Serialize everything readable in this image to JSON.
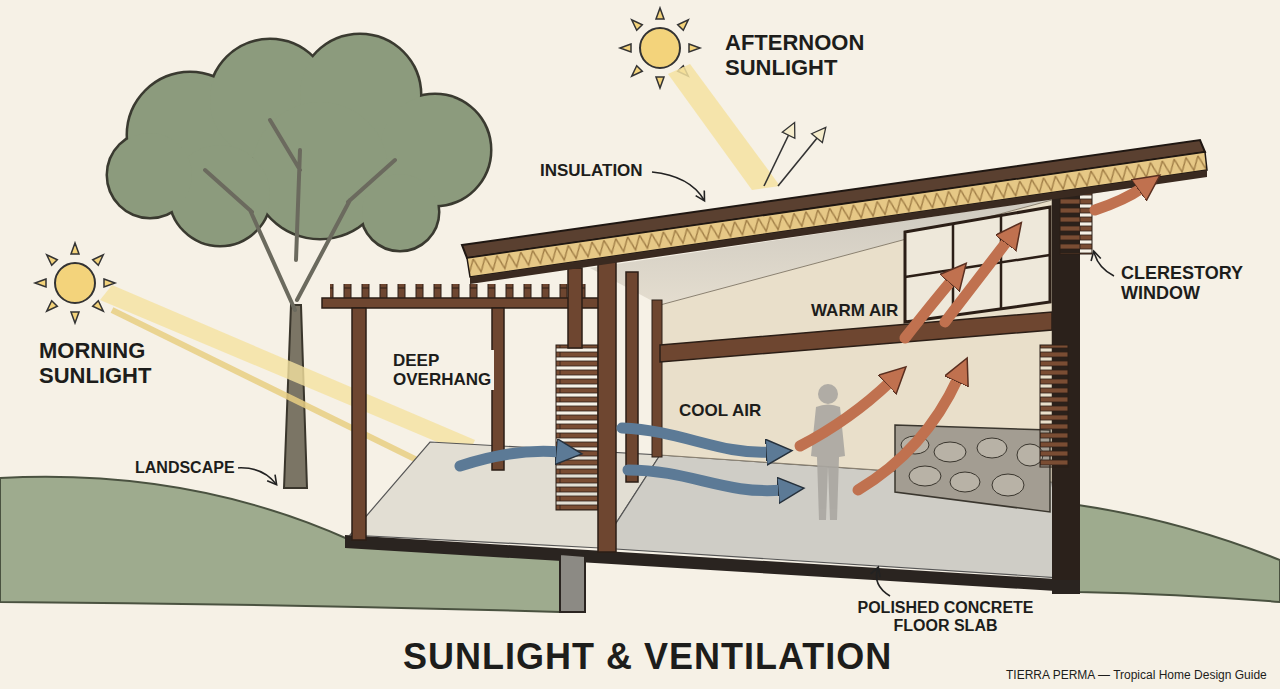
{
  "diagram": {
    "title": "SUNLIGHT & VENTILATION",
    "labels": [
      "AFTERNOON SUNLIGHT",
      "INSULATION",
      "CLERESTORY WINDOW",
      "WARM AIR",
      "MORNING SUNLIGHT",
      "DEEP OVERHANG",
      "COOL AIR",
      "LANDSCAPE",
      "POLISHED CONCRETE FLOOR SLAB",
      "TIERRA PERMA — Tropical Home Design Guide"
    ]
  }
}
